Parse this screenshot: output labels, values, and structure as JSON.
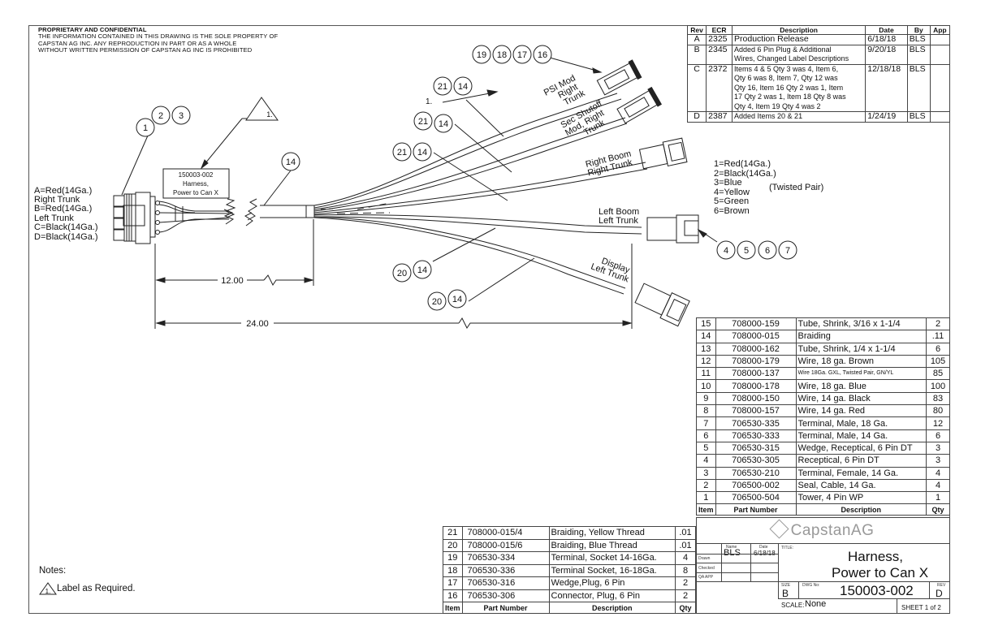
{
  "proprietary": {
    "heading": "PROPRIETARY AND CONFIDENTIAL",
    "lines": [
      "THE INFORMATION CONTAINED IN THIS DRAWING IS THE SOLE PROPERTY OF",
      "CAPSTAN AG INC. ANY REPRODUCTION IN PART OR AS A WHOLE",
      "WITHOUT WRITTEN PERMISSION OF CAPSTAN AG INC IS PROHIBITED"
    ]
  },
  "revisions": {
    "headers": [
      "Rev",
      "ECR",
      "Description",
      "Date",
      "By",
      "App"
    ],
    "rows": [
      {
        "rev": "A",
        "ecr": "2325",
        "desc": [
          "Production Release"
        ],
        "date": "6/18/18",
        "by": "BLS",
        "app": ""
      },
      {
        "rev": "B",
        "ecr": "2345",
        "desc": [
          "Added 6 Pin Plug & Additional",
          "Wires, Changed Label Descriptions"
        ],
        "date": "9/20/18",
        "by": "BLS",
        "app": ""
      },
      {
        "rev": "C",
        "ecr": "2372",
        "desc": [
          "Items 4 & 5 Qty 3 was 4, Item 6,",
          "Qty 6 was 8, Item 7, Qty 12 was",
          "Qty 16, Item 16  Qty 2 was 1, Item",
          "17 Qty 2 was 1, Item 18 Qty 8 was",
          "Qty 4, Item 19 Qty 4 was 2"
        ],
        "date": "12/18/18",
        "by": "BLS",
        "app": ""
      },
      {
        "rev": "D",
        "ecr": "2387",
        "desc": [
          "Added Items 20 & 21"
        ],
        "date": "1/24/19",
        "by": "BLS",
        "app": ""
      }
    ]
  },
  "bom_main": {
    "headers": [
      "Item",
      "Part Number",
      "Description",
      "Qty"
    ],
    "rows": [
      {
        "item": "15",
        "part": "708000-159",
        "desc": "Tube, Shrink, 3/16 x 1-1/4",
        "qty": "2"
      },
      {
        "item": "14",
        "part": "708000-015",
        "desc": "Braiding",
        "qty": ".11"
      },
      {
        "item": "13",
        "part": "708000-162",
        "desc": "Tube, Shrink, 1/4 x 1-1/4",
        "qty": "6"
      },
      {
        "item": "12",
        "part": "708000-179",
        "desc": "Wire, 18 ga. Brown",
        "qty": "105"
      },
      {
        "item": "11",
        "part": "708000-137",
        "desc": "Wire 18Ga. GXL, Twisted Pair, GN/YL",
        "qty": "85"
      },
      {
        "item": "10",
        "part": "708000-178",
        "desc": "Wire, 18 ga. Blue",
        "qty": "100"
      },
      {
        "item": "9",
        "part": "708000-150",
        "desc": "Wire, 14 ga. Black",
        "qty": "83"
      },
      {
        "item": "8",
        "part": "708000-157",
        "desc": "Wire, 14 ga. Red",
        "qty": "80"
      },
      {
        "item": "7",
        "part": "706530-335",
        "desc": "Terminal, Male, 18 Ga.",
        "qty": "12"
      },
      {
        "item": "6",
        "part": "706530-333",
        "desc": "Terminal, Male, 14 Ga.",
        "qty": "6"
      },
      {
        "item": "5",
        "part": "706530-315",
        "desc": "Wedge, Receptical, 6 Pin DT",
        "qty": "3"
      },
      {
        "item": "4",
        "part": "706530-305",
        "desc": "Receptical, 6 Pin DT",
        "qty": "3"
      },
      {
        "item": "3",
        "part": "706530-210",
        "desc": "Terminal, Female, 14 Ga.",
        "qty": "4"
      },
      {
        "item": "2",
        "part": "706500-002",
        "desc": "Seal, Cable, 14 Ga.",
        "qty": "4"
      },
      {
        "item": "1",
        "part": "706500-504",
        "desc": "Tower, 4 Pin WP",
        "qty": "1"
      }
    ]
  },
  "bom_extra": {
    "headers": [
      "Item",
      "Part Number",
      "Description",
      "Qty"
    ],
    "rows": [
      {
        "item": "21",
        "part": "708000-015/4",
        "desc": "Braiding, Yellow Thread",
        "qty": ".01"
      },
      {
        "item": "20",
        "part": "708000-015/6",
        "desc": "Braiding, Blue Thread",
        "qty": ".01"
      },
      {
        "item": "19",
        "part": "706530-334",
        "desc": "Terminal, Socket 14-16Ga.",
        "qty": "4"
      },
      {
        "item": "18",
        "part": "706530-336",
        "desc": "Terminal Socket, 16-18Ga.",
        "qty": "8"
      },
      {
        "item": "17",
        "part": "706530-316",
        "desc": "Wedge,Plug, 6 Pin",
        "qty": "2"
      },
      {
        "item": "16",
        "part": "706530-306",
        "desc": "Connector, Plug, 6 Pin",
        "qty": "2"
      }
    ]
  },
  "title_block": {
    "logo": "CapstanAG",
    "name_label": "Name",
    "date_label": "Date",
    "drawn_label": "Drawn",
    "checked_label": "Checked",
    "qa_label": "QA APP",
    "drawn_name": "BLS",
    "drawn_date": "6/18/18",
    "title_label": "TITLE:",
    "title_line1": "Harness,",
    "title_line2": "Power to Can X",
    "size_label": "SIZE",
    "size": "B",
    "dwg_label": "DWG No:",
    "dwg_no": "150003-002",
    "rev_label": "REV",
    "rev": "D",
    "scale_label": "SCALE:",
    "scale": "None",
    "sheet": "SHEET 1 of 2"
  },
  "notes": {
    "heading": "Notes:",
    "items": [
      {
        "flag": "1.",
        "text": "Label as Required."
      }
    ]
  },
  "drawing": {
    "label_box": [
      "150003-002",
      "Harness,",
      "Power to Can X"
    ],
    "flag_note": "1.",
    "pinout_left": [
      "A=Red(14Ga.)",
      "Right Trunk",
      "B=Red(14Ga.)",
      "Left Trunk",
      "C=Black(14Ga.)",
      "D=Black(14Ga.)"
    ],
    "pinout_right": [
      "1=Red(14Ga.)",
      "2=Black(14Ga.)",
      "3=Blue",
      "4=Yellow",
      "5=Green",
      "6=Brown"
    ],
    "twisted_pair": "(Twisted Pair)",
    "branches": {
      "psi": [
        "PSI Mod",
        "Right",
        "Trunk"
      ],
      "sec": [
        "Sec Shutoff",
        "Mod, Right",
        "Trunk"
      ],
      "right_boom": [
        "Right Boom",
        "Right Trunk"
      ],
      "left_boom": [
        "Left Boom",
        "Left Trunk"
      ],
      "display": [
        "Display",
        "Left Trunk"
      ]
    },
    "dim_12": "12.00",
    "dim_24": "24.00",
    "balloons": {
      "b_1": "1",
      "b_2": "2",
      "b_3": "3",
      "b_14_main": "14",
      "b_19": "19",
      "b_18": "18",
      "b_17": "17",
      "b_16": "16",
      "b_21a": "21",
      "b_14a": "14",
      "b_21b": "21",
      "b_14b": "14",
      "b_21c": "21",
      "b_14c": "14",
      "b_20a": "20",
      "b_14d": "14",
      "b_20b": "20",
      "b_14e": "14",
      "b_4": "4",
      "b_5": "5",
      "b_6": "6",
      "b_7": "7"
    }
  }
}
